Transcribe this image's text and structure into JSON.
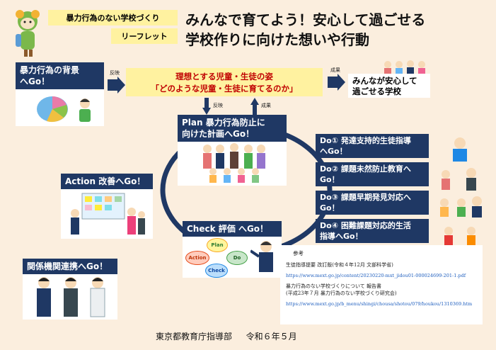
{
  "header": {
    "tag_top": "暴力行為のない学校づくり",
    "tag_bottom": "リーフレット",
    "title_line1": "みんなで育てよう！安心して過ごせる",
    "title_line2": "学校作りに向けた想いや行動"
  },
  "background": {
    "label_line1": "暴力行為の背景",
    "label_line2": "へGo！",
    "arrow_label": "反映"
  },
  "ideal": {
    "line1": "理想とする児童・生徒の姿",
    "line2": "「どのような児童・生徒に育てるのか」",
    "arrow_label": "成果"
  },
  "goal": {
    "line1": "みんなが安心して",
    "line2": "過ごせる学校"
  },
  "cycle_links": {
    "reflect": "反映",
    "result": "成果"
  },
  "plan": {
    "line1": "Plan 暴力行為防止に",
    "line2": "向けた計画へGo！"
  },
  "action": {
    "label": "Action 改善へGo！"
  },
  "check": {
    "label": "Check 評価 へGo！",
    "pdca": {
      "plan": "Plan",
      "do": "Do",
      "check": "Check",
      "action": "Action"
    }
  },
  "do_items": [
    {
      "line1": "Do① 発達支持的生徒指導",
      "line2": "へGo！"
    },
    {
      "line1": "Do② 課題未然防止教育へ",
      "line2": "Go！"
    },
    {
      "line1": "Do③ 課題早期発見対応へ",
      "line2": "Go！"
    },
    {
      "line1": "Do④ 困難課題対応的生活",
      "line2": "指導へGo！"
    }
  ],
  "relations": {
    "label": "関係機関連携へGo！"
  },
  "references": {
    "heading": "参考",
    "ref1": "生徒指導提要 改訂版(令和４年12月 文部科学省)",
    "url1": "https://www.mext.go.jp/content/20230220-mxt_jidou01-000024699-201-1.pdf",
    "ref2_line1": "暴力行為のない学校づくりについて 報告書",
    "ref2_line2": "(平成23年７月 暴力行為のない学校づくり研究会)",
    "url2": "https://www.mext.go.jp/b_menu/shingi/chousa/shotou/079/houkou/1310369.htm"
  },
  "footer": {
    "org": "東京都教育庁指導部",
    "date": "令和６年５月"
  },
  "colors": {
    "navy": "#1f3864",
    "yellow_box": "#fff2a0",
    "arrow_red": "#c00000",
    "page_bg": "#fbeede"
  }
}
